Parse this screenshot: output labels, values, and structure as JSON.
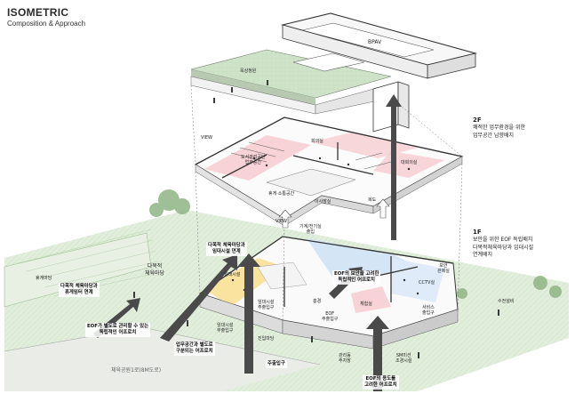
{
  "header": {
    "title": "ISOMETRIC",
    "subtitle": "Composition & Approach"
  },
  "notes": {
    "floor2": {
      "level": "2F",
      "line1": "쾌적한 업무환경을 위한",
      "line2": "업무공간 남향배치"
    },
    "floor1": {
      "level": "1F",
      "line1": "보안을 위한 EOF 독립배치",
      "line2": "다목적체육마당과 임대시설",
      "line3": "연계배치"
    }
  },
  "roof": {
    "bpav": "BPAV",
    "garden": "옥상정원"
  },
  "floor2_labels": {
    "view": "VIEW",
    "office": "도서관리공단\n업무공간",
    "meeting": "회의실",
    "conference": "대회의실",
    "lounge": "휴게·소통공간",
    "director": "이사장실",
    "hall": "복도"
  },
  "floor1_labels": {
    "view": "VIEW",
    "court": "다목적\n체육마당",
    "rest_yard": "휴게마당",
    "rental": "임대시설",
    "rental_entry": "임대시설\n주출입구",
    "rental_entry2": "임대시설\n부출입구",
    "main_yard": "진입마당",
    "lobby": "홍경",
    "eof_entry": "EOF\n주출입구",
    "eof_room": "체험실",
    "eof_service": "서비스\n출입구",
    "parking": "관리동\n주차장",
    "sm_room": "SM미션\n조경시설",
    "equipment": "수전설비",
    "cctv": "CCTV실",
    "security": "보안\n관제실",
    "road": "체육공원1로(8M도로)",
    "facility_entry": "기계/전기실\n출입"
  },
  "callouts": {
    "c1": "다목적 체육마당과\n임대시설 연계",
    "c2": "EOF의 보안을 고려한\n독립적인 어프로치",
    "c3": "다목적 체육마당과\n휴게임터 연계",
    "c4": "EOF가 별도로 관리할 수 있는\n독립적인 어프로치",
    "c5": "업무공간과 별도로\n구분되는 어프로치",
    "c6": "주출입구",
    "c7": "EOF의 용도를\n고려한 어프로치"
  }
}
